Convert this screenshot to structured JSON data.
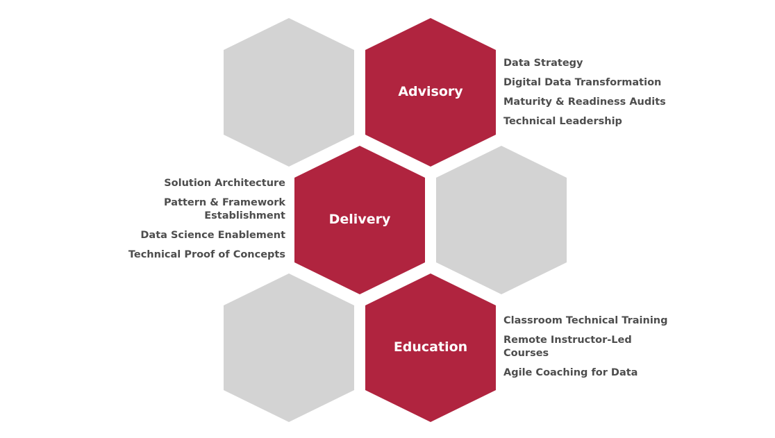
{
  "colors": {
    "accent": "#b0243f",
    "inactive": "#d3d3d3",
    "text": "#4d4d4d"
  },
  "advisory": {
    "title": "Advisory",
    "items": [
      "Data Strategy",
      "Digital Data Transformation",
      "Maturity & Readiness Audits",
      "Technical Leadership"
    ]
  },
  "delivery": {
    "title": "Delivery",
    "items": [
      "Solution Architecture",
      "Pattern & Framework Establishment",
      "Data Science Enablement",
      "Technical Proof of Concepts"
    ]
  },
  "education": {
    "title": "Education",
    "items": [
      "Classroom Technical Training",
      "Remote Instructor-Led Courses",
      "Agile Coaching for Data"
    ]
  }
}
